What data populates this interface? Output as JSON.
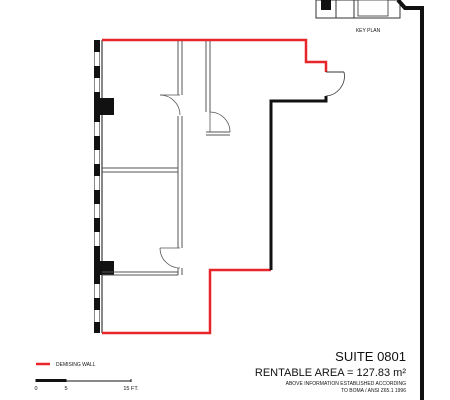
{
  "key_plan": {
    "label": "KEY PLAN"
  },
  "legend": {
    "denising_wall_label": "DEMISING WALL",
    "denising_wall_color": "#e8262a"
  },
  "scale_bar": {
    "ticks": [
      "0",
      "5",
      "15 FT."
    ]
  },
  "suite": {
    "title": "SUITE 0801",
    "rentable_area": "RENTABLE AREA = 127.83 m²",
    "note_line_1": "ABOVE INFORMATION ESTABLISHED ACCORDING",
    "note_line_2": "TO BOMA / ANSI Z65.1 1996"
  },
  "colors": {
    "wall": "#111111",
    "demising": "#e8262a",
    "interior": "#555555"
  }
}
